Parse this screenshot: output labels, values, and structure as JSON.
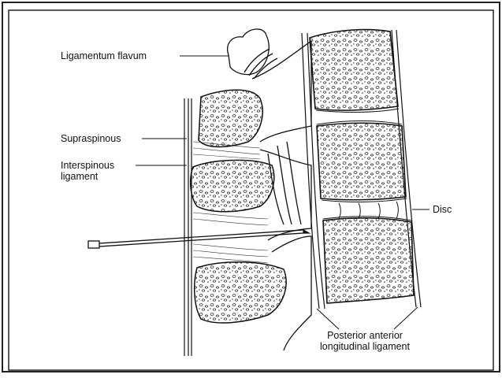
{
  "labels": {
    "ligamentum_flavum": "Ligamentum flavum",
    "supraspinous": "Supraspinous",
    "interspinous_line1": "Interspinous",
    "interspinous_line2": "ligament",
    "disc": "Disc",
    "longitudinal_line1": "Posterior anterior",
    "longitudinal_line2": "longitudinal ligament"
  },
  "colors": {
    "ink": "#111111",
    "frame": "#222222",
    "background": "#ffffff"
  }
}
